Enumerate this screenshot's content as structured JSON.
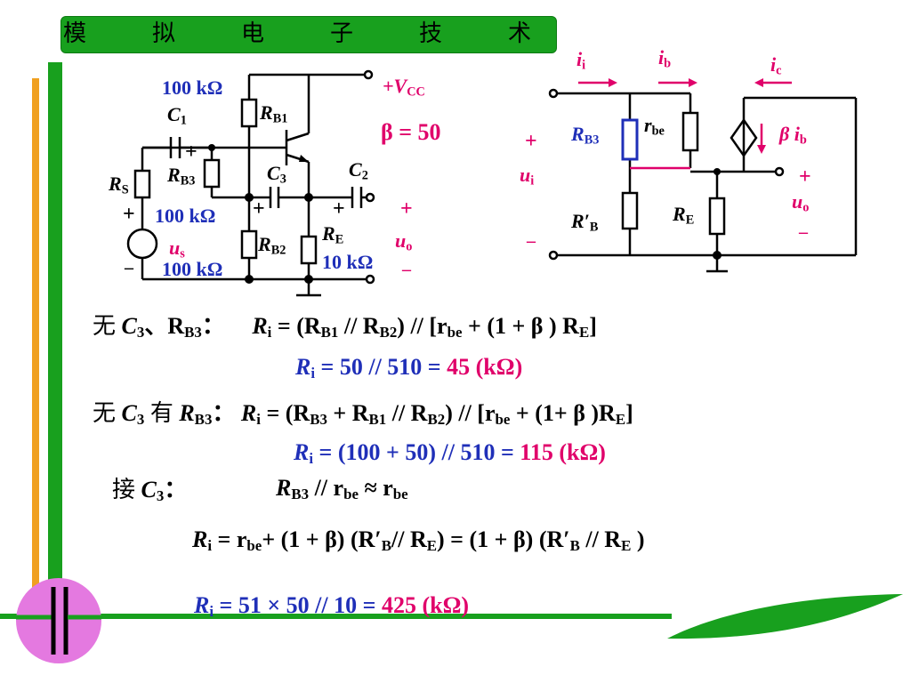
{
  "header": {
    "title": "模　拟　电　子　技　术"
  },
  "colors": {
    "green": "#18a01e",
    "blue": "#1f2fb8",
    "magenta": "#e0006a",
    "orange": "#f0a020",
    "pink": "#e479e0"
  },
  "circuit": {
    "vcc_label": "+V",
    "vcc_sub": "CC",
    "r_top_value": "100 kΩ",
    "c1": "C",
    "c1_sub": "1",
    "rb1": "R",
    "rb1_sub": "B1",
    "rs": "R",
    "rs_sub": "S",
    "rb3": "R",
    "rb3_sub": "B3",
    "rb3_value": "100 kΩ",
    "c3": "C",
    "c3_sub": "3",
    "c2": "C",
    "c2_sub": "2",
    "rb2": "R",
    "rb2_sub": "B2",
    "rb2_value": "100 kΩ",
    "re": "R",
    "re_sub": "E",
    "re_value": "10 kΩ",
    "us": "u",
    "us_sub": "s",
    "uo": "u",
    "uo_sub": "o",
    "plus": "+",
    "minus": "–",
    "beta": "β = 50"
  },
  "equiv": {
    "ii": "i",
    "ii_sub": "i",
    "ib": "i",
    "ib_sub": "b",
    "ic": "i",
    "ic_sub": "c",
    "rb3": "R",
    "rb3_sub": "B3",
    "rbe": "r",
    "rbe_sub": "be",
    "beta_ib": "β i",
    "beta_ib_sub": "b",
    "ui": "u",
    "ui_sub": "i",
    "uo": "u",
    "uo_sub": "o",
    "rb_prime": "R′",
    "rb_prime_sub": "B",
    "re": "R",
    "re_sub": "E",
    "plus": "+",
    "minus": "–"
  },
  "equations": {
    "l1_cn": "无",
    "l1_pre": "C",
    "l1_pre_sub": "3",
    "l1_sep": "、R",
    "l1_sep_sub": "B3",
    "l1_colon": "：",
    "l1_eq": "R",
    "l1_eq_sub": "i",
    "l1_rhs": " = (R",
    "l1_rhs_a": "B1",
    "l1_rhs_b": " // R",
    "l1_rhs_c": "B2",
    "l1_rhs_d": ") // [r",
    "l1_rhs_e": "be",
    "l1_rhs_f": " + (1 + β ) R",
    "l1_rhs_g": "E",
    "l1_rhs_h": "]",
    "l2_a": "R",
    "l2_a_sub": "i",
    "l2_b": " = 50 // 510 = ",
    "l2_c": "45 (kΩ)",
    "l3_cn1": "无",
    "l3_a": "C",
    "l3_a_sub": "3",
    "l3_cn2": "有",
    "l3_b": "R",
    "l3_b_sub": "B3",
    "l3_colon": "：",
    "l3_c": "R",
    "l3_c_sub": "i",
    "l3_d": " = (R",
    "l3_e": "B3",
    "l3_f": " + R",
    "l3_g": "B1",
    "l3_h": " // R",
    "l3_i": "B2",
    "l3_j": ") // [r",
    "l3_k": "be",
    "l3_l": " + (1+ β )R",
    "l3_m": "E",
    "l3_n": "]",
    "l4_a": "R",
    "l4_a_sub": "i",
    "l4_b": " = (100 + 50) // 510 = ",
    "l4_c": "115 (kΩ)",
    "l5_cn": "接",
    "l5_a": "C",
    "l5_a_sub": "3",
    "l5_colon": "：",
    "l5_b": "R",
    "l5_b_sub": "B3",
    "l5_c": " // r",
    "l5_c_sub": "be",
    "l5_d": " ≈ r",
    "l5_d_sub": "be",
    "l6_a": "R",
    "l6_a_sub": "i",
    "l6_b": " = r",
    "l6_b_sub": "be",
    "l6_c": "+ (1 + β) (R′",
    "l6_c_sub": "B",
    "l6_d": "// R",
    "l6_d_sub": "E",
    "l6_e": ") = (1 + β) (R′",
    "l6_e_sub": "B",
    "l6_f": " // R",
    "l6_f_sub": "E",
    "l6_g": " )",
    "l7_a": "R",
    "l7_a_sub": "i",
    "l7_b": " = 51 × 50 // 10 = ",
    "l7_c": "425 (kΩ)"
  }
}
